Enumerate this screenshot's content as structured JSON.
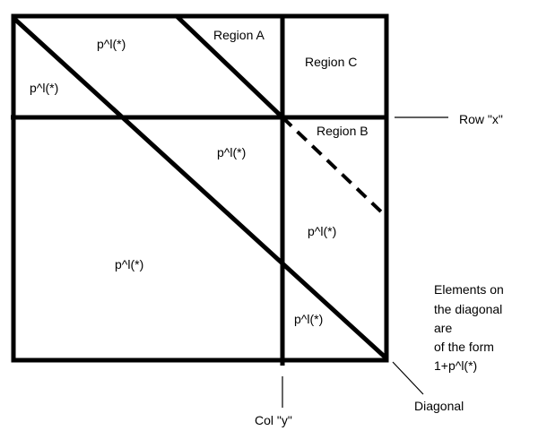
{
  "labels": {
    "region_a": "Region A",
    "region_b": "Region B",
    "region_c": "Region C",
    "row_x": "Row \"x\"",
    "col_y": "Col \"y\"",
    "diagonal": "Diagonal",
    "p_block_top": "p^l(*)",
    "p_block_left_top": "p^l(*)",
    "p_block_center": "p^l(*)",
    "p_block_lower_left": "p^l(*)",
    "p_block_right_mid": "p^l(*)",
    "p_block_right_low": "p^l(*)"
  },
  "note": {
    "lines": [
      "Elements on",
      "the diagonal",
      "are",
      "of the form",
      "1+p^l(*)"
    ]
  },
  "colors": {
    "stroke": "#000000",
    "background": "#ffffff"
  }
}
